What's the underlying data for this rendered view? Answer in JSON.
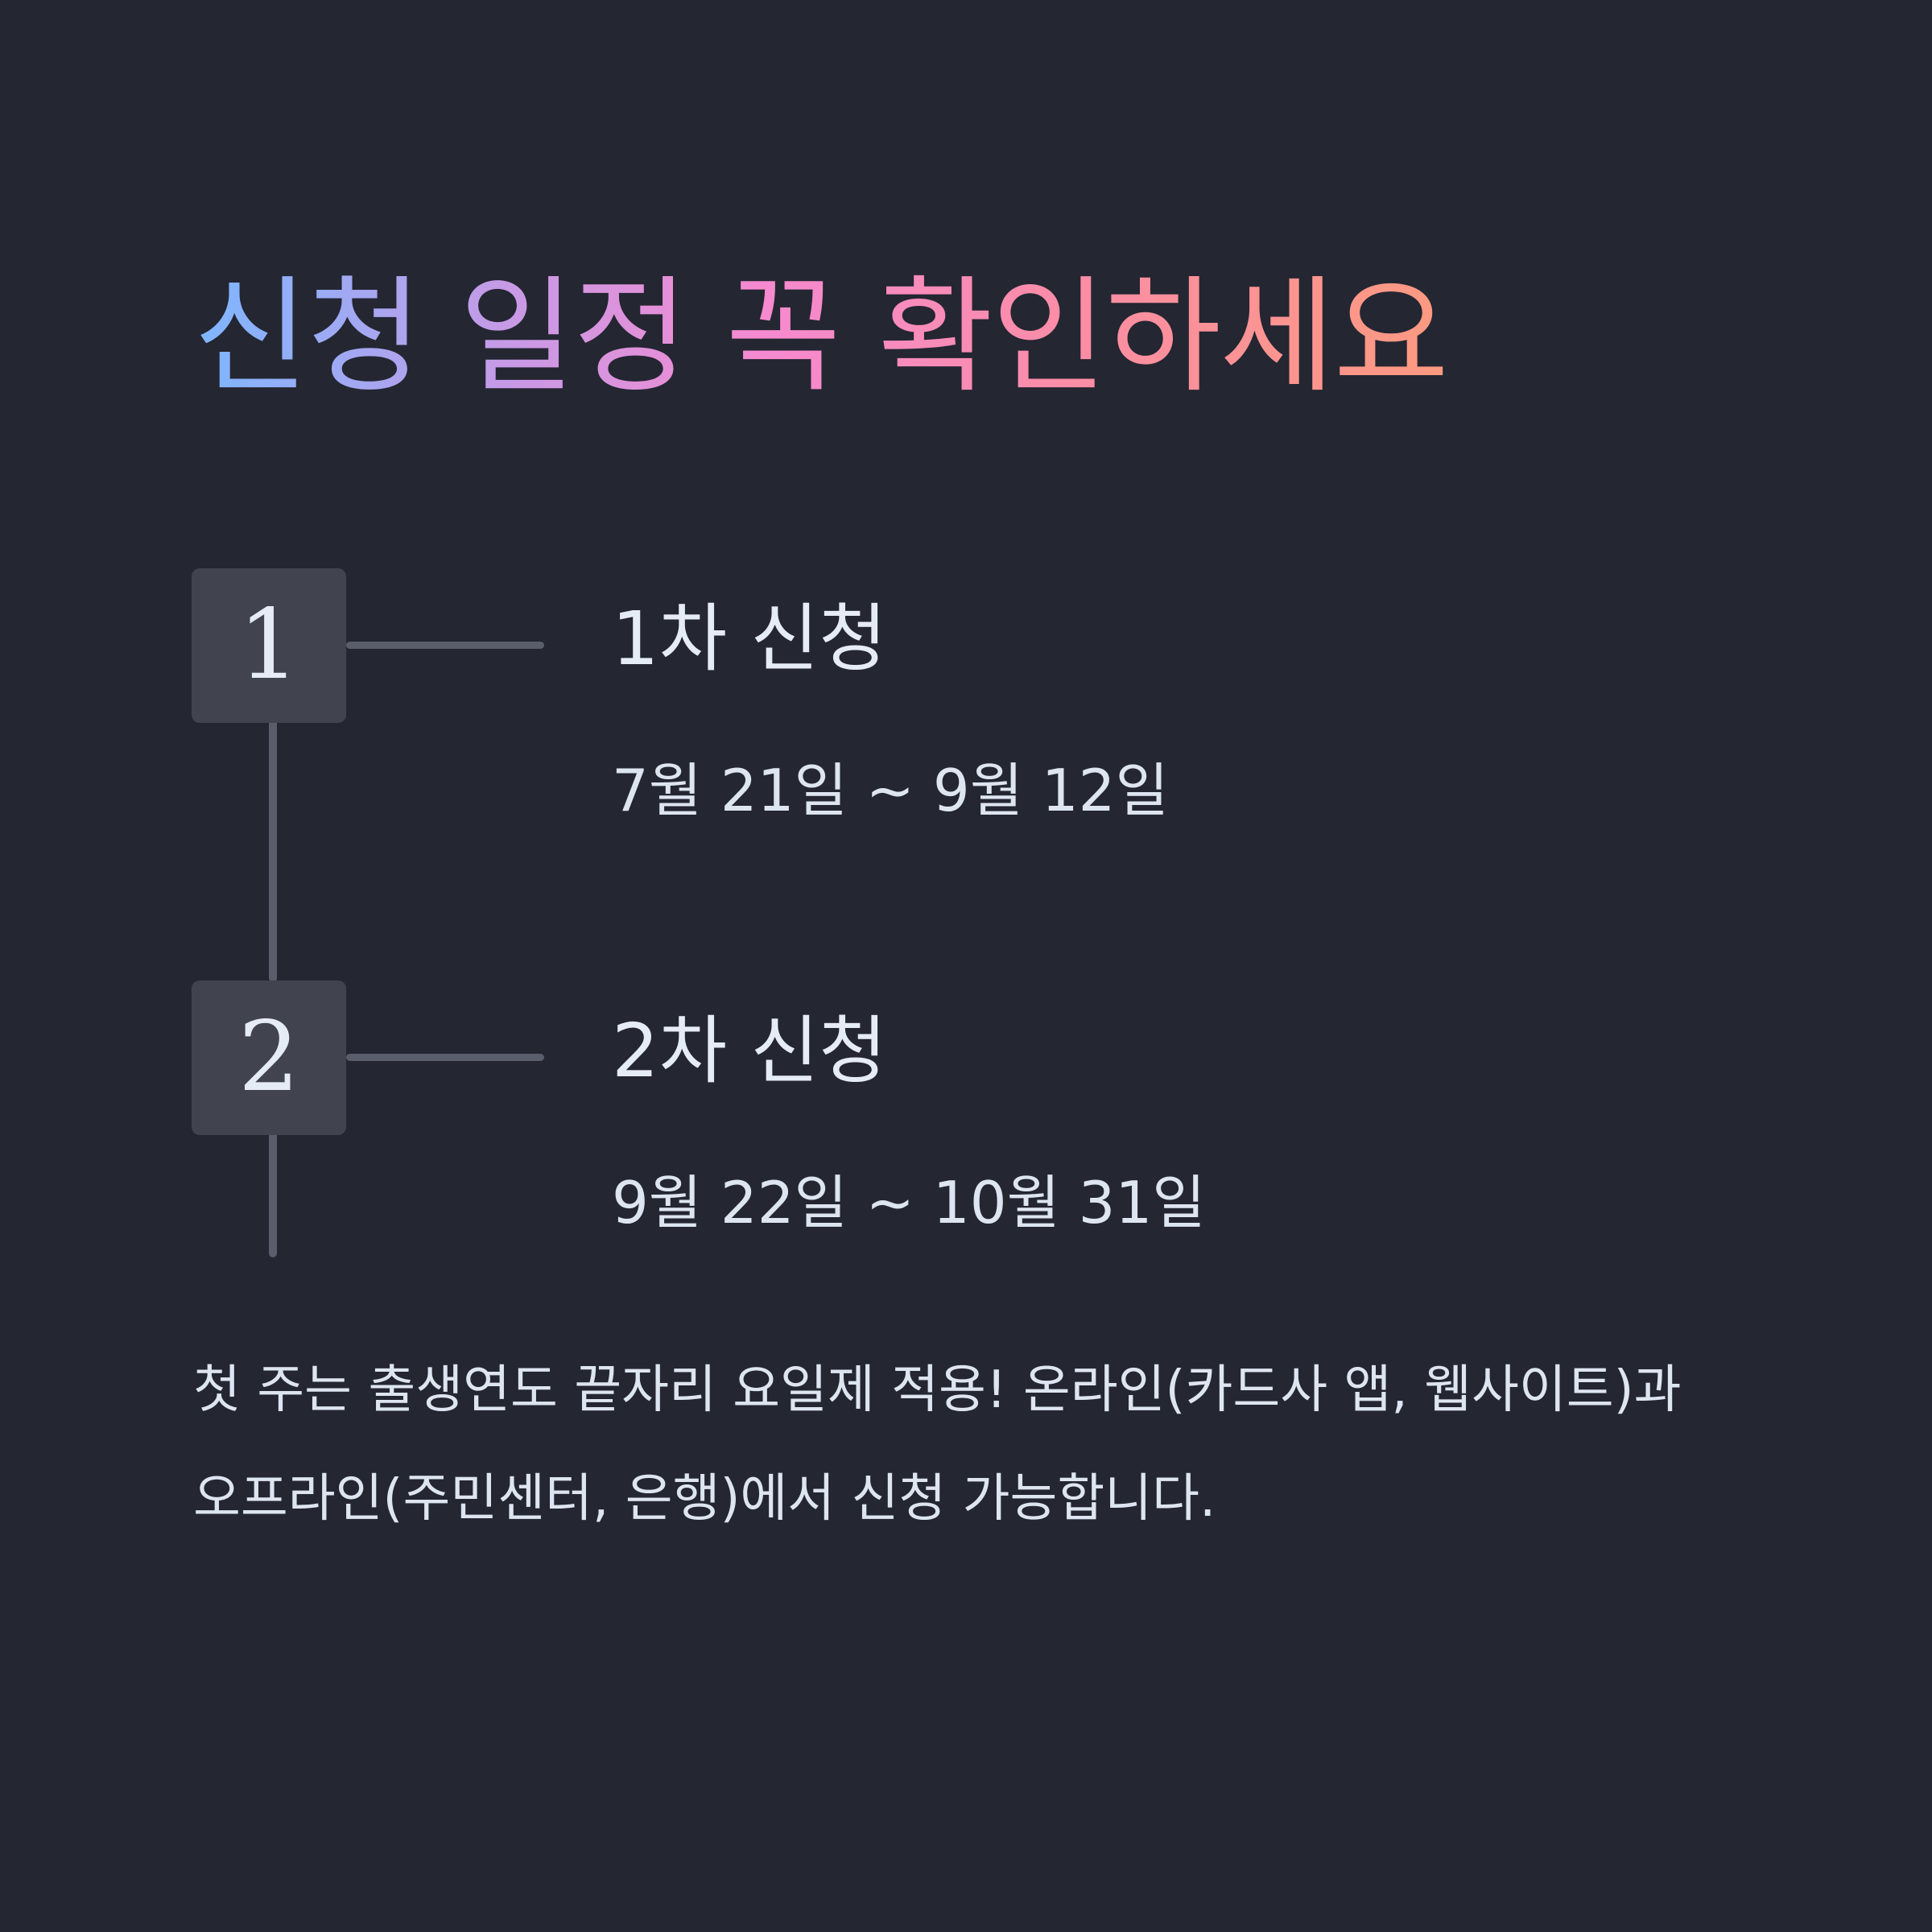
{
  "title": "신청 일정 꼭 확인하세요",
  "steps": [
    {
      "number": "1",
      "title": "1차 신청",
      "dates": "7월 21일 ~ 9월 12일"
    },
    {
      "number": "2",
      "title": "2차 신청",
      "dates": "9월 22일 ~ 10월 31일"
    }
  ],
  "note": "첫 주는 출생연도 끝자리 요일제 적용! 온라인(카드사 앱, 웹사이트)과 오프라인(주민센터, 은행)에서 신청 가능합니다.",
  "colors": {
    "background": "#242632",
    "box": "#41434f",
    "line": "#5a5d6a",
    "text": "#dde5f0",
    "gradient": [
      "#7db7ff",
      "#c79ae6",
      "#f58ad0",
      "#fb8da6",
      "#fc9a80"
    ]
  }
}
